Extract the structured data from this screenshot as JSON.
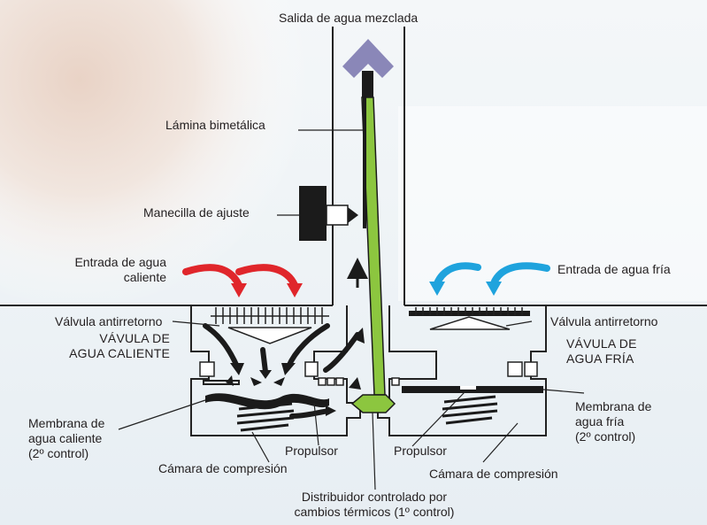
{
  "labels": {
    "outlet": "Salida de agua mezclada",
    "bimetal": "Lámina bimetálica",
    "knob": "Manecilla de ajuste",
    "hot_inlet": [
      "Entrada de agua",
      "caliente"
    ],
    "cold_inlet": "Entrada de agua fría",
    "check_valve_left": "Válvula antirretorno",
    "check_valve_right": "Válvula antirretorno",
    "hot_valve": [
      "VÁVULA DE",
      "AGUA CALIENTE"
    ],
    "cold_valve": [
      "VÁVULA DE",
      "AGUA FRÍA"
    ],
    "hot_membrane": [
      "Membrana de",
      "agua caliente",
      "(2º control)"
    ],
    "cold_membrane": [
      "Membrana de",
      "agua fría",
      "(2º control)"
    ],
    "propeller_left": "Propulsor",
    "propeller_right": "Propulsor",
    "chamber_left": "Cámara de compresión",
    "chamber_right": "Cámara de compresión",
    "distributor": [
      "Distribuidor controlado por",
      "cambios térmicos (1º control)"
    ]
  },
  "colors": {
    "hot_arrow": "#e0262b",
    "cold_arrow": "#1fa3dd",
    "outlet_arrow": "#8a87b8",
    "bimetal": "#8cc63f",
    "distributor": "#8cc63f"
  }
}
